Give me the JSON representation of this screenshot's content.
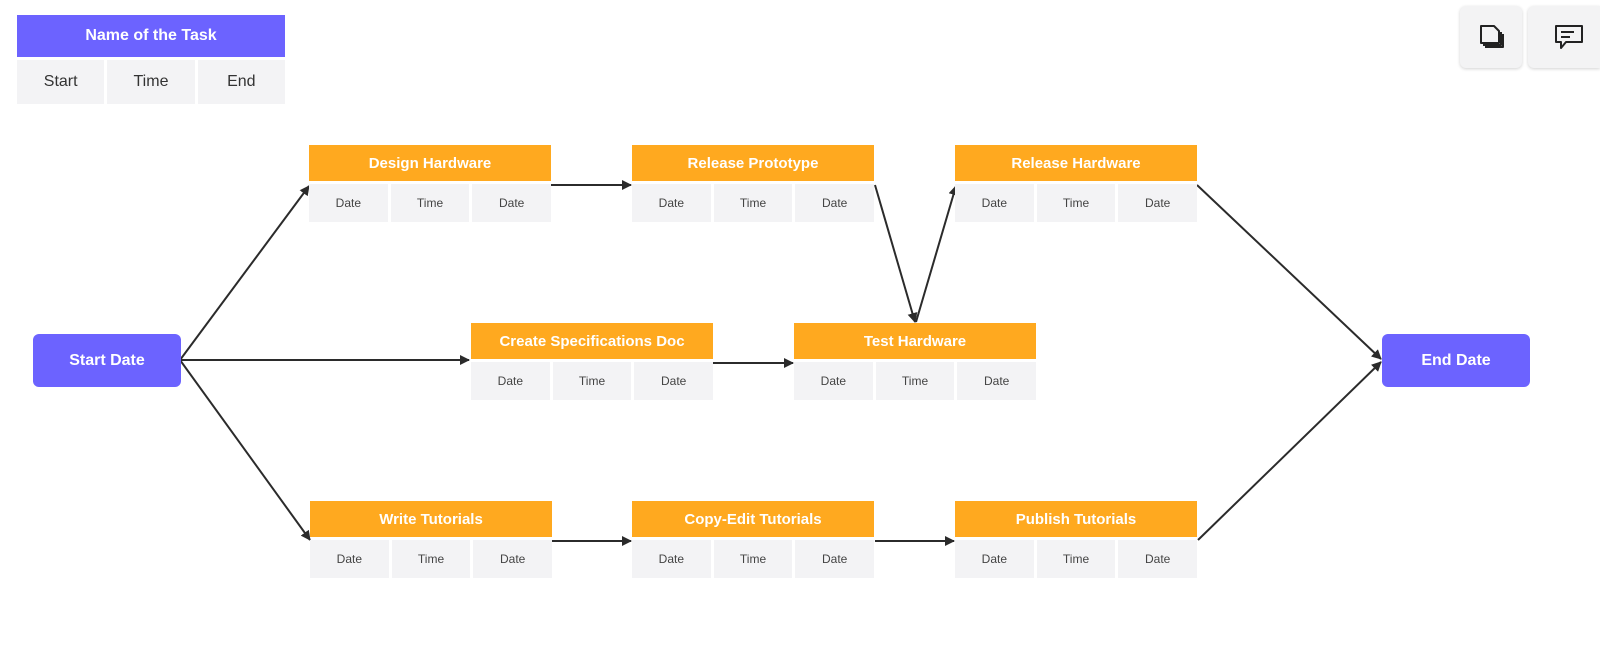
{
  "legend": {
    "title": "Name of the Task",
    "cells": [
      "Start",
      "Time",
      "End"
    ]
  },
  "start_node": {
    "label": "Start Date"
  },
  "end_node": {
    "label": "End Date"
  },
  "tasks": [
    {
      "title": "Design Hardware",
      "cells": [
        "Date",
        "Time",
        "Date"
      ]
    },
    {
      "title": "Release Prototype",
      "cells": [
        "Date",
        "Time",
        "Date"
      ]
    },
    {
      "title": "Release Hardware",
      "cells": [
        "Date",
        "Time",
        "Date"
      ]
    },
    {
      "title": "Create Specifications Doc",
      "cells": [
        "Date",
        "Time",
        "Date"
      ]
    },
    {
      "title": "Test Hardware",
      "cells": [
        "Date",
        "Time",
        "Date"
      ]
    },
    {
      "title": "Write Tutorials",
      "cells": [
        "Date",
        "Time",
        "Date"
      ]
    },
    {
      "title": "Copy-Edit Tutorials",
      "cells": [
        "Date",
        "Time",
        "Date"
      ]
    },
    {
      "title": "Publish Tutorials",
      "cells": [
        "Date",
        "Time",
        "Date"
      ]
    }
  ],
  "toolbar": {
    "buttons": [
      {
        "icon": "pages-icon"
      },
      {
        "icon": "comment-icon"
      }
    ]
  },
  "colors": {
    "terminal": "#6c63ff",
    "task_header": "#ffa91f",
    "cell_bg": "#f3f3f5",
    "arrow": "#2b2b2b"
  }
}
